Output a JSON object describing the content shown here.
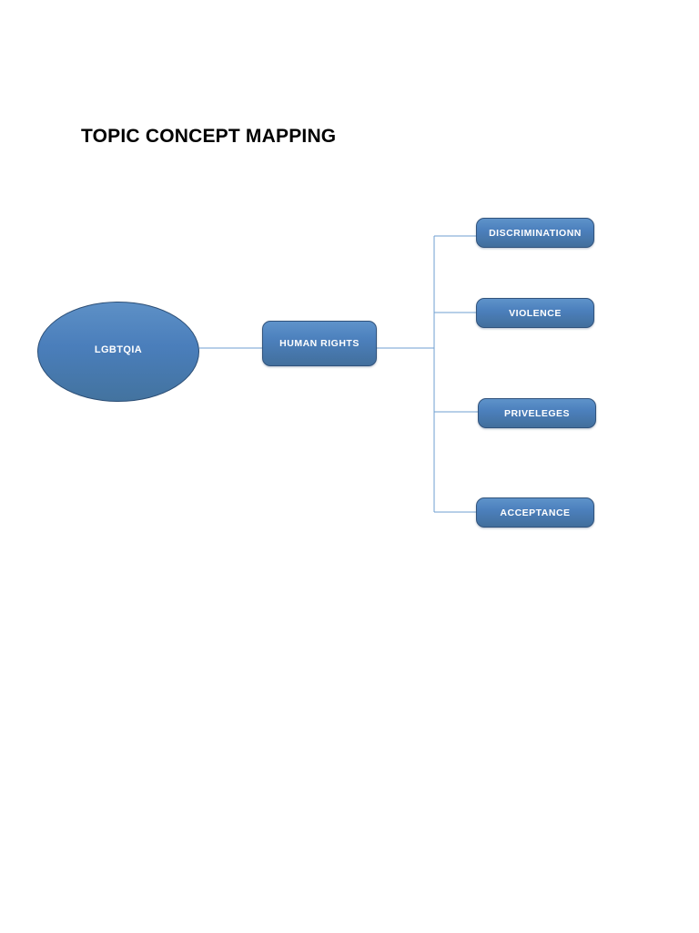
{
  "document": {
    "title": "TOPIC CONCEPT MAPPING"
  },
  "diagram": {
    "type": "concept-map",
    "root": {
      "label": "LGBTQIA",
      "shape": "ellipse"
    },
    "branch": {
      "label": "HUMAN RIGHTS",
      "shape": "rounded-rectangle"
    },
    "leaves": [
      {
        "label": "DISCRIMINATIONN",
        "shape": "rounded-rectangle"
      },
      {
        "label": "VIOLENCE",
        "shape": "rounded-rectangle"
      },
      {
        "label": "PRIVELEGES",
        "shape": "rounded-rectangle"
      },
      {
        "label": "ACCEPTANCE",
        "shape": "rounded-rectangle"
      }
    ]
  },
  "colors": {
    "node_fill": "#4a7ebb",
    "node_border": "#2d4f76",
    "connector": "#6f9fd0",
    "text": "#ffffff",
    "title_text": "#000000",
    "background": "#ffffff"
  }
}
